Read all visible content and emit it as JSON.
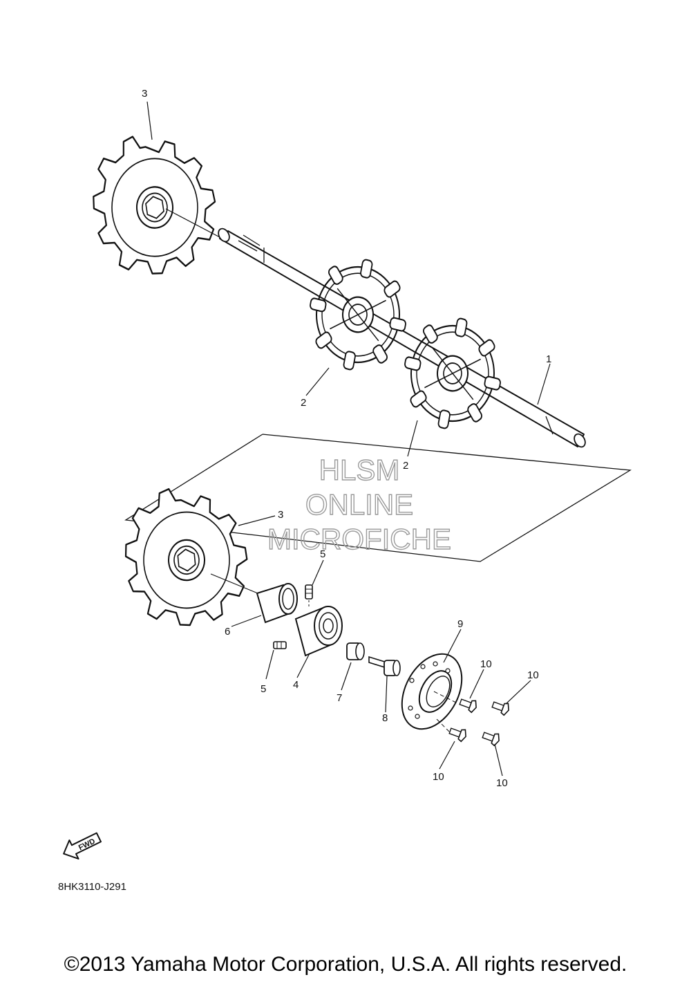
{
  "diagram": {
    "code": "8HK3110-J291",
    "copyright": "©2013 Yamaha Motor Corporation, U.S.A. All rights reserved.",
    "fwd_label": "FWD",
    "watermark": [
      "HLSM",
      "ONLINE",
      "MICROFICHE"
    ],
    "callouts": {
      "c1": "1",
      "c2a": "2",
      "c2b": "2",
      "c3a": "3",
      "c3b": "3",
      "c4": "4",
      "c5a": "5",
      "c5b": "5",
      "c6": "6",
      "c7": "7",
      "c8": "8",
      "c9": "9",
      "c10a": "10",
      "c10b": "10",
      "c10c": "10",
      "c10d": "10"
    }
  }
}
